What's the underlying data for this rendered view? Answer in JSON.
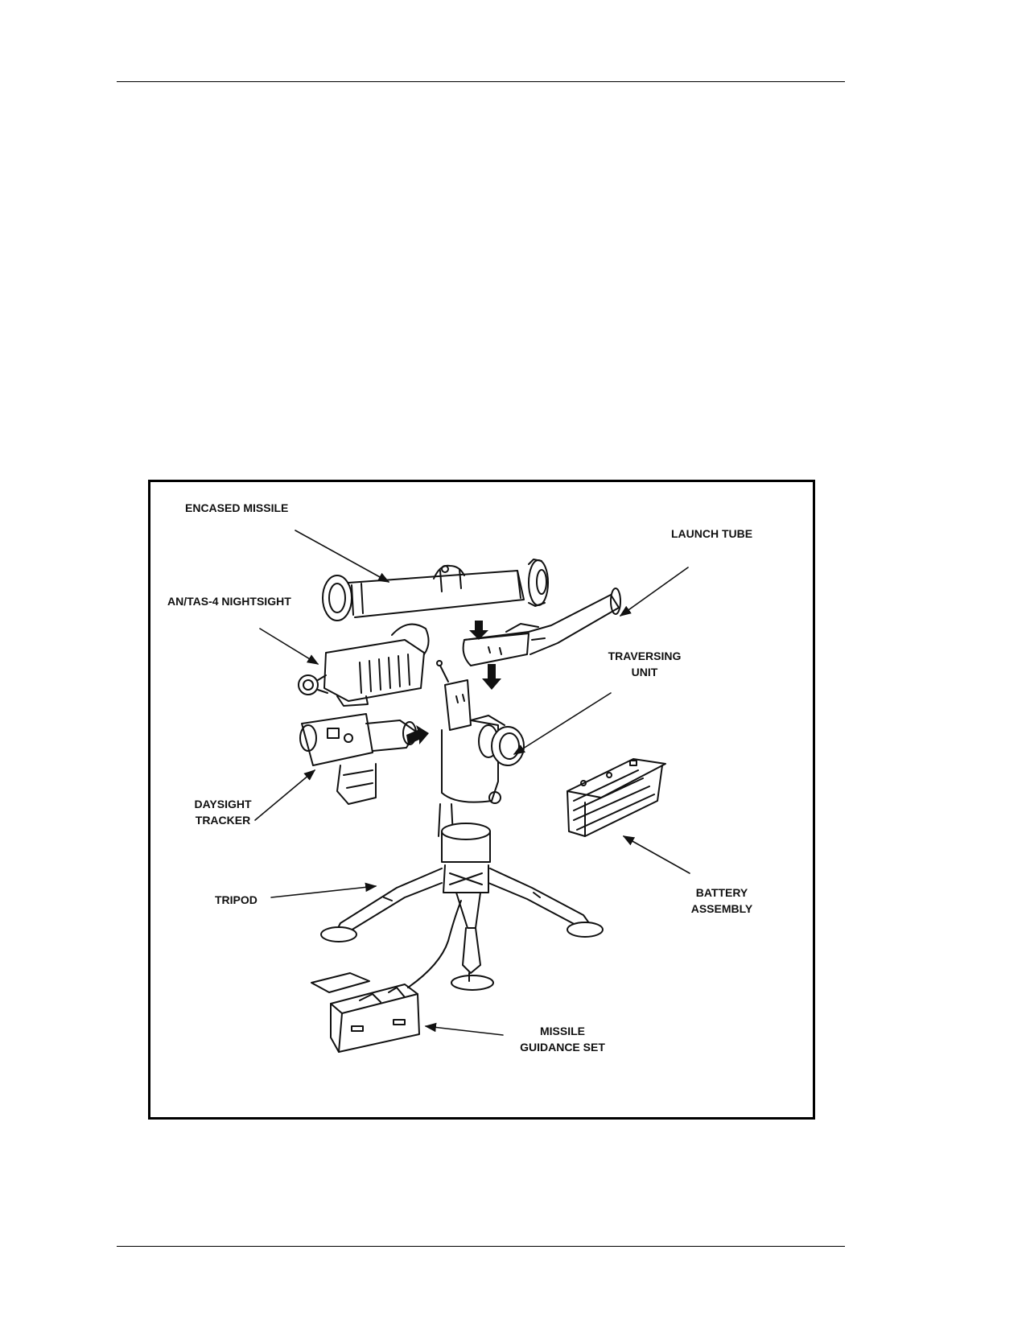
{
  "figure": {
    "labels": {
      "encased_missile": "ENCASED MISSILE",
      "launch_tube": "LAUNCH TUBE",
      "nightsight": "AN/TAS-4 NIGHTSIGHT",
      "traversing_unit": [
        "TRAVERSING",
        "UNIT"
      ],
      "daysight_tracker": [
        "DAYSIGHT",
        "TRACKER"
      ],
      "tripod": "TRIPOD",
      "battery_assembly": [
        "BATTERY",
        "ASSEMBLY"
      ],
      "missile_guidance_set": [
        "MISSILE",
        "GUIDANCE SET"
      ]
    }
  },
  "colors": {
    "line": "#111111",
    "background": "#ffffff"
  }
}
